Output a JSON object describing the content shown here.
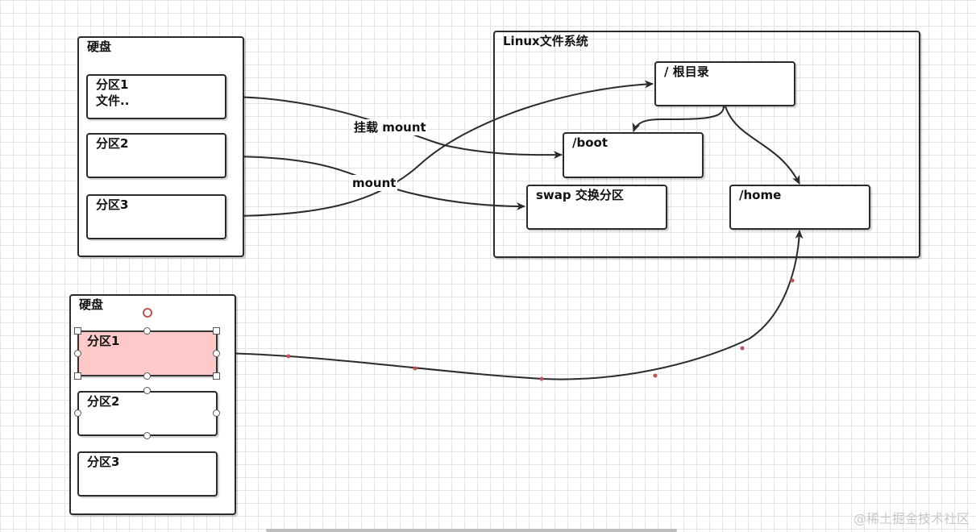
{
  "top_disk": {
    "title": "硬盘",
    "partitions": [
      "分区1\n文件..",
      "分区2",
      "分区3"
    ]
  },
  "linux_fs": {
    "title": "Linux文件系统",
    "root": "/ 根目录",
    "boot": "/boot",
    "swap": "swap 交换分区",
    "home": "/home"
  },
  "edge_labels": {
    "mount1": "挂载 mount",
    "mount2": "mount"
  },
  "bottom_disk": {
    "title": "硬盘",
    "partitions": [
      "分区1",
      "分区2",
      "分区3"
    ]
  },
  "watermark": "@稀土掘金技术社区",
  "colors": {
    "selected_fill": "#ffc9c9",
    "waypoint": "#c0505a",
    "grid": "#e3e3e3"
  }
}
